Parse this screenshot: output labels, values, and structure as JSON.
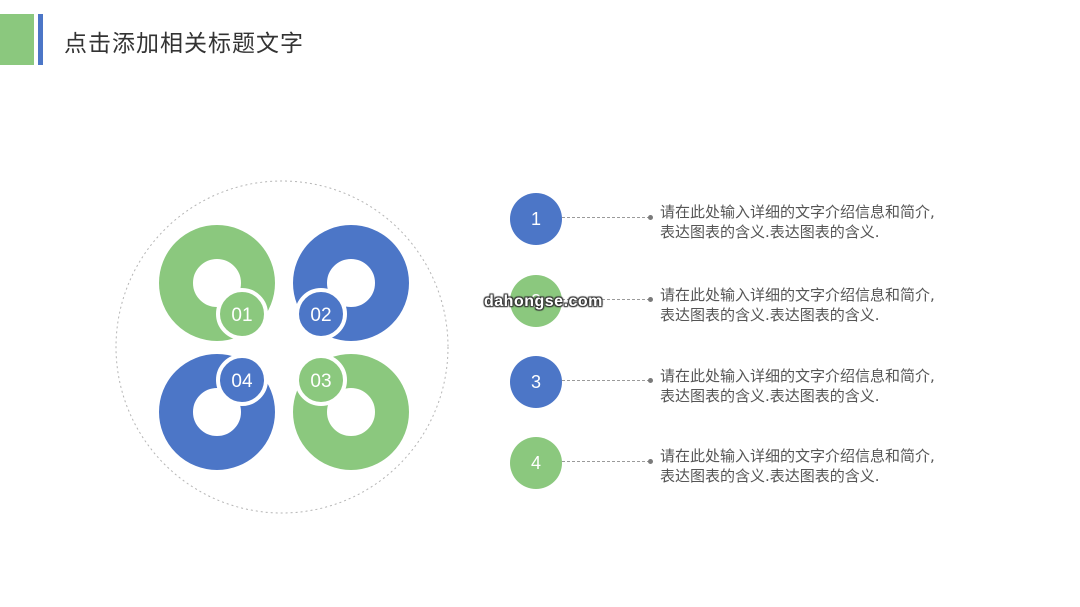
{
  "header": {
    "title": "点击添加相关标题文字",
    "accent_green": "#8bc87e",
    "accent_blue": "#4c76c7"
  },
  "diagram": {
    "segments": [
      {
        "label": "01",
        "color": "#8bc87e"
      },
      {
        "label": "02",
        "color": "#4c76c7"
      },
      {
        "label": "03",
        "color": "#8bc87e"
      },
      {
        "label": "04",
        "color": "#4c76c7"
      }
    ]
  },
  "rows": [
    {
      "number": "1",
      "color": "blue",
      "line1": "请在此处输入详细的文字介绍信息和简介,",
      "line2": "表达图表的含义.表达图表的含义."
    },
    {
      "number": "2",
      "color": "green",
      "line1": "请在此处输入详细的文字介绍信息和简介,",
      "line2": "表达图表的含义.表达图表的含义."
    },
    {
      "number": "3",
      "color": "blue",
      "line1": "请在此处输入详细的文字介绍信息和简介,",
      "line2": "表达图表的含义.表达图表的含义."
    },
    {
      "number": "4",
      "color": "green",
      "line1": "请在此处输入详细的文字介绍信息和简介,",
      "line2": "表达图表的含义.表达图表的含义."
    }
  ],
  "watermark": "dahongse.com"
}
